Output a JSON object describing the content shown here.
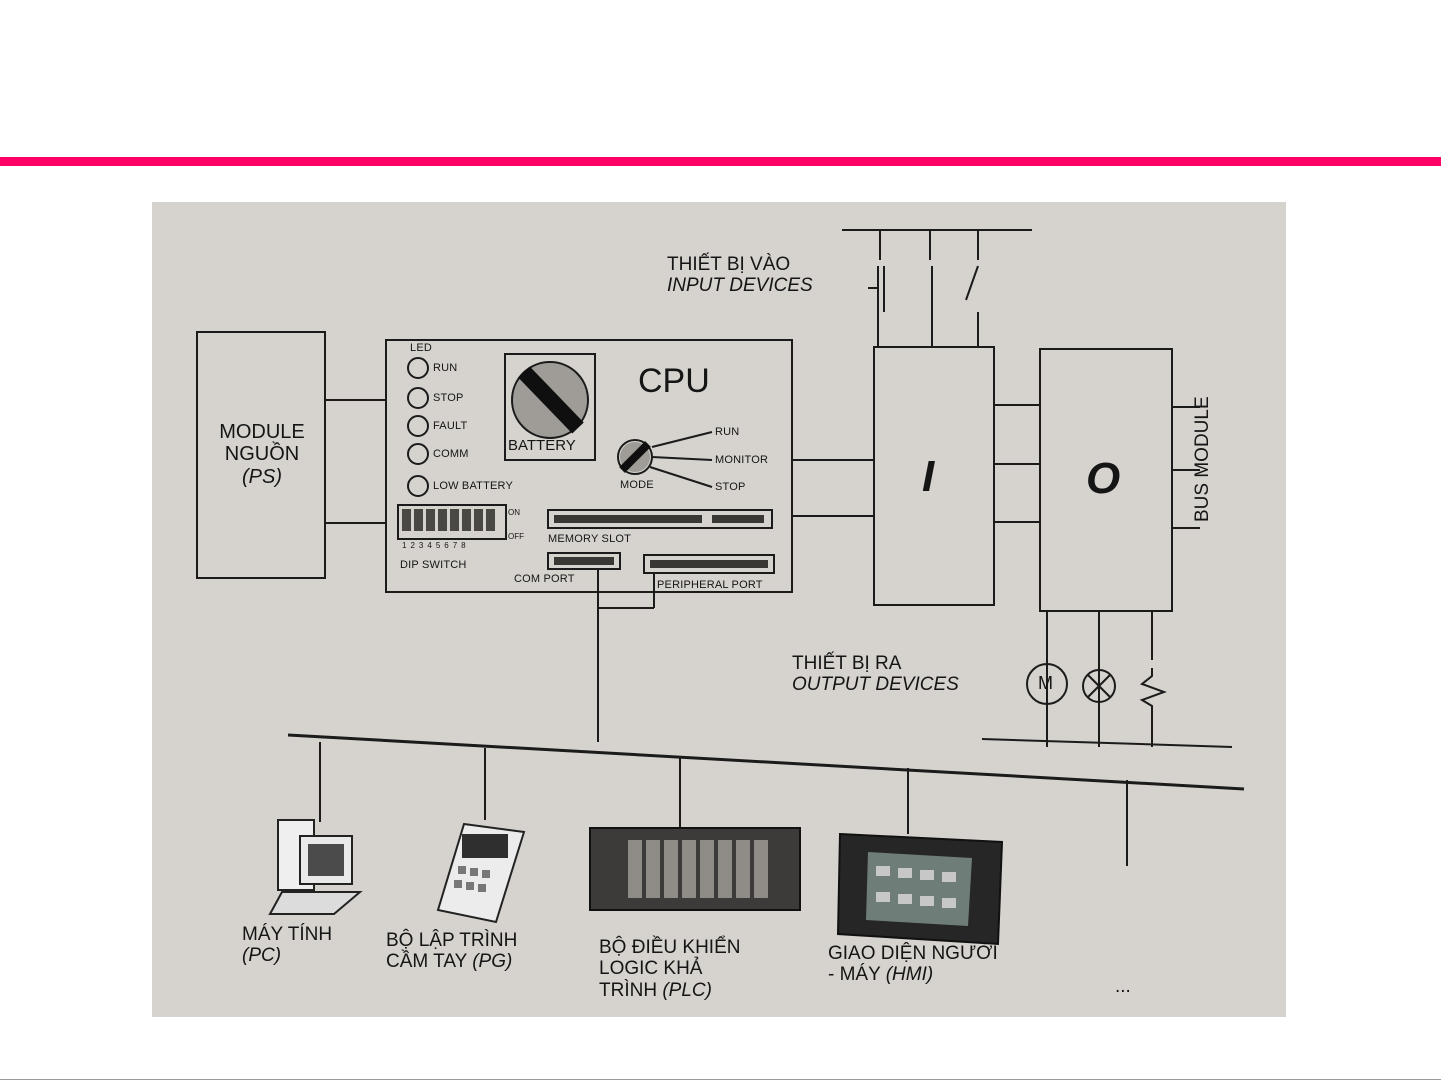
{
  "diagram": {
    "module_psu": {
      "line1": "MODULE",
      "line2": "NGUỒN",
      "line3": "(PS)"
    },
    "cpu": {
      "title": "CPU",
      "led_header": "LED",
      "leds": [
        "RUN",
        "STOP",
        "FAULT",
        "COMM",
        "LOW BATTERY"
      ],
      "battery": "BATTERY",
      "mode_label": "MODE",
      "mode_positions": [
        "RUN",
        "MONITOR",
        "STOP"
      ],
      "dip_switch": "DIP SWITCH",
      "dip_on": "ON",
      "dip_off": "OFF",
      "dip_numbers": [
        "1",
        "2",
        "3",
        "4",
        "5",
        "6",
        "7",
        "8"
      ],
      "memory_slot": "MEMORY SLOT",
      "com_port": "COM PORT",
      "peripheral_port": "PERIPHERAL PORT"
    },
    "input_devices": {
      "vn": "THIẾT BỊ VÀO",
      "en": "INPUT DEVICES"
    },
    "output_devices": {
      "vn": "THIẾT BỊ RA",
      "en": "OUTPUT DEVICES"
    },
    "io": {
      "input": "I",
      "output": "O"
    },
    "bus_module": "BUS MODULE",
    "motor_symbol": "M",
    "network_devices": [
      {
        "name": "MÁY TÍNH",
        "abbr": "(PC)"
      },
      {
        "name_line1": "BỘ LẬP TRÌNH",
        "name_line2": "CẦM TAY",
        "abbr": "(PG)"
      },
      {
        "name_line1": "BỘ ĐIỀU KHIỂN",
        "name_line2": "LOGIC KHẢ",
        "name_line3": "TRÌNH",
        "abbr": "(PLC)"
      },
      {
        "name_line1": "GIAO DIỆN NGƯỜI",
        "name_line2": "- MÁY",
        "abbr": "(HMI)"
      }
    ],
    "more": "..."
  }
}
